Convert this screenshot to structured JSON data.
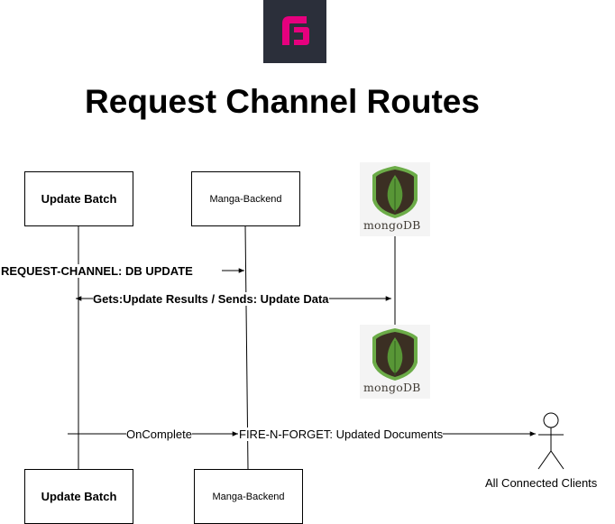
{
  "title": "Request Channel Routes",
  "logo": {
    "icon": "rsocket-logo",
    "background": "#2b2f3a",
    "accent": "#e6007e"
  },
  "participants": {
    "update_batch_top": "Update Batch",
    "backend_top": "Manga-Backend",
    "update_batch_bottom": "Update Batch",
    "backend_bottom": "Manga-Backend",
    "mongo_top": "mongoDB",
    "mongo_bottom": "mongoDB",
    "clients": "All Connected Clients"
  },
  "messages": {
    "request_channel": "REQUEST-CHANNEL: DB UPDATE",
    "gets_sends": "Gets:Update Results / Sends: Update Data",
    "on_complete": "OnComplete",
    "fire_n_forget": "FIRE-N-FORGET: Updated Documents"
  },
  "colors": {
    "mongo_leaf": "#589636",
    "mongo_shell": "#3b2f23",
    "mongo_ring": "#6cac48"
  }
}
